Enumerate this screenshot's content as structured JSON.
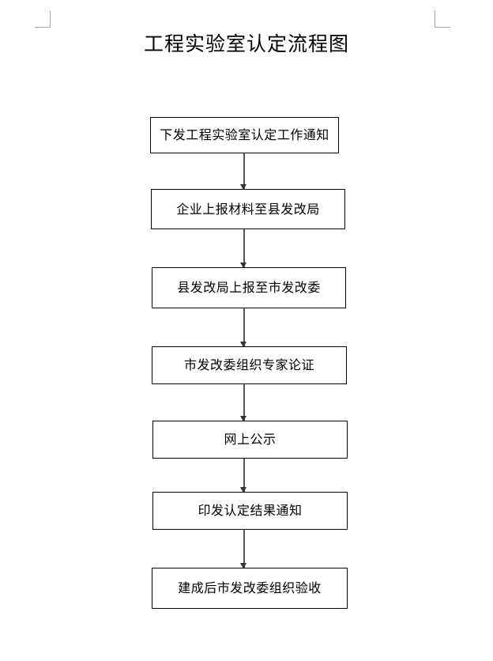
{
  "document": {
    "title": "工程实验室认定流程图",
    "page_background": "#ffffff",
    "ink_color": "#000000",
    "corner_mark_color": "#a6a6a6"
  },
  "corner_marks": [
    {
      "name": "top-left",
      "label": ""
    },
    {
      "name": "top-right",
      "label": ""
    }
  ],
  "flowchart": {
    "type": "vertical-sequence",
    "node_count": 7,
    "arrow_count": 6,
    "nodes": [
      {
        "id": "step-1",
        "label": "下发工程实验室认定工作通知"
      },
      {
        "id": "step-2",
        "label": "企业上报材料至县发改局"
      },
      {
        "id": "step-3",
        "label": "县发改局上报至市发改委"
      },
      {
        "id": "step-4",
        "label": "市发改委组织专家论证"
      },
      {
        "id": "step-5",
        "label": "网上公示"
      },
      {
        "id": "step-6",
        "label": "印发认定结果通知"
      },
      {
        "id": "step-7",
        "label": "建成后市发改委组织验收"
      }
    ],
    "edges": [
      {
        "from": "step-1",
        "to": "step-2",
        "label": ""
      },
      {
        "from": "step-2",
        "to": "step-3",
        "label": ""
      },
      {
        "from": "step-3",
        "to": "step-4",
        "label": ""
      },
      {
        "from": "step-4",
        "to": "step-5",
        "label": ""
      },
      {
        "from": "step-5",
        "to": "step-6",
        "label": ""
      },
      {
        "from": "step-6",
        "to": "step-7",
        "label": ""
      }
    ]
  }
}
